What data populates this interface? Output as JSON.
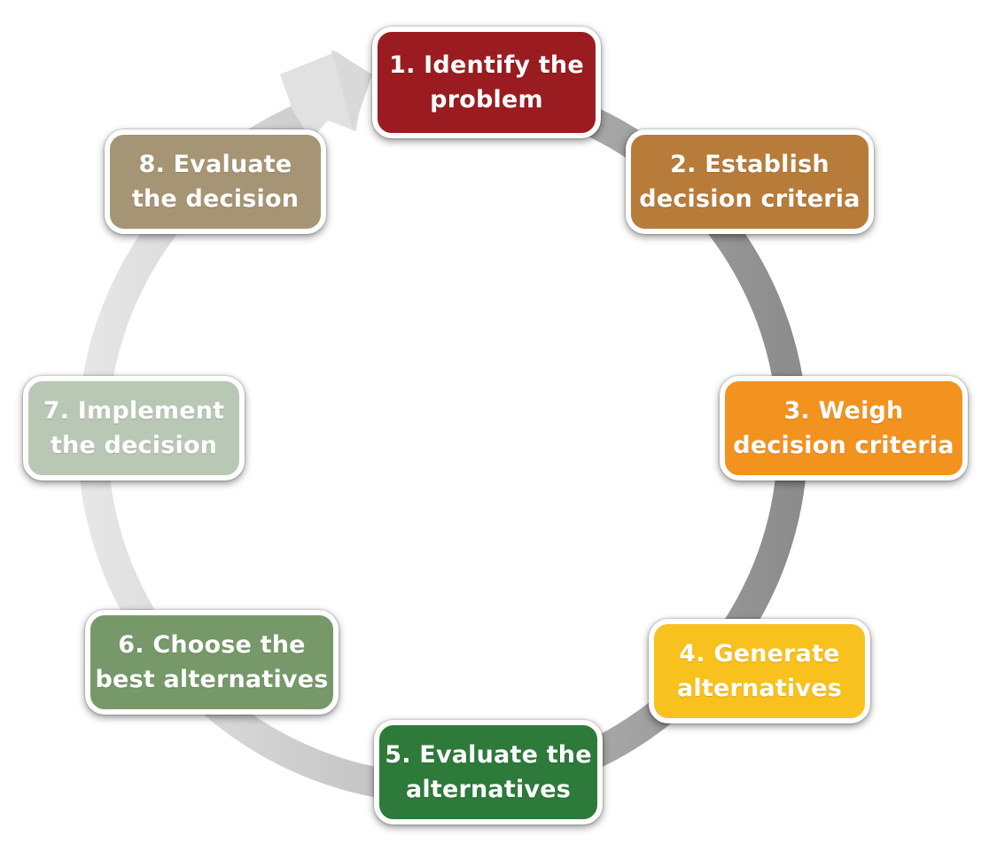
{
  "steps": [
    {
      "label": "1. Identify the\nproblem",
      "color": "#9b1c20"
    },
    {
      "label": "2. Establish\ndecision criteria",
      "color": "#b77c3a"
    },
    {
      "label": "3. Weigh\ndecision criteria",
      "color": "#f3931f"
    },
    {
      "label": "4. Generate\nalternatives",
      "color": "#f9c11d"
    },
    {
      "label": "5. Evaluate the\nalternatives",
      "color": "#2d7a3a"
    },
    {
      "label": "6. Choose the\nbest alternatives",
      "color": "#77996a"
    },
    {
      "label": "7. Implement\nthe decision",
      "color": "#b8c8b4"
    },
    {
      "label": "8. Evaluate\nthe decision",
      "color": "#a69575"
    }
  ],
  "arrow": {
    "color_light": "#e4e4e4",
    "color_dark": "#8a8a8a",
    "direction": "clockwise"
  }
}
